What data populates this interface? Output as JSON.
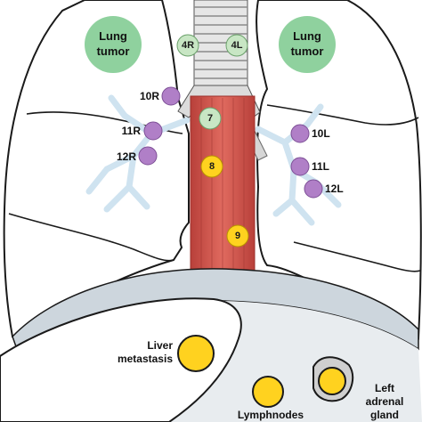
{
  "tumors": {
    "right": [
      "Lung",
      "tumor"
    ],
    "left": [
      "Lung",
      "tumor"
    ]
  },
  "stations": {
    "s4R": "4R",
    "s4L": "4L",
    "s7": "7",
    "s8": "8",
    "s9": "9",
    "s10R": "10R",
    "s11R": "11R",
    "s12R": "12R",
    "s10L": "10L",
    "s11L": "11L",
    "s12L": "12L"
  },
  "metastases": {
    "liver": [
      "Liver",
      "metastasis"
    ],
    "lymphnodes": "Lymphnodes",
    "adrenal": [
      "Left",
      "adrenal",
      "gland"
    ]
  },
  "colors": {
    "tumor_green": "#8fd19e",
    "mediastinal_node_green": "#c8e6c4",
    "subcarinal_yellow": "#ffd21f",
    "hilar_purple": "#b07fc7",
    "esophagus_red": "#d9534f",
    "outline": "#1a1a1a"
  }
}
